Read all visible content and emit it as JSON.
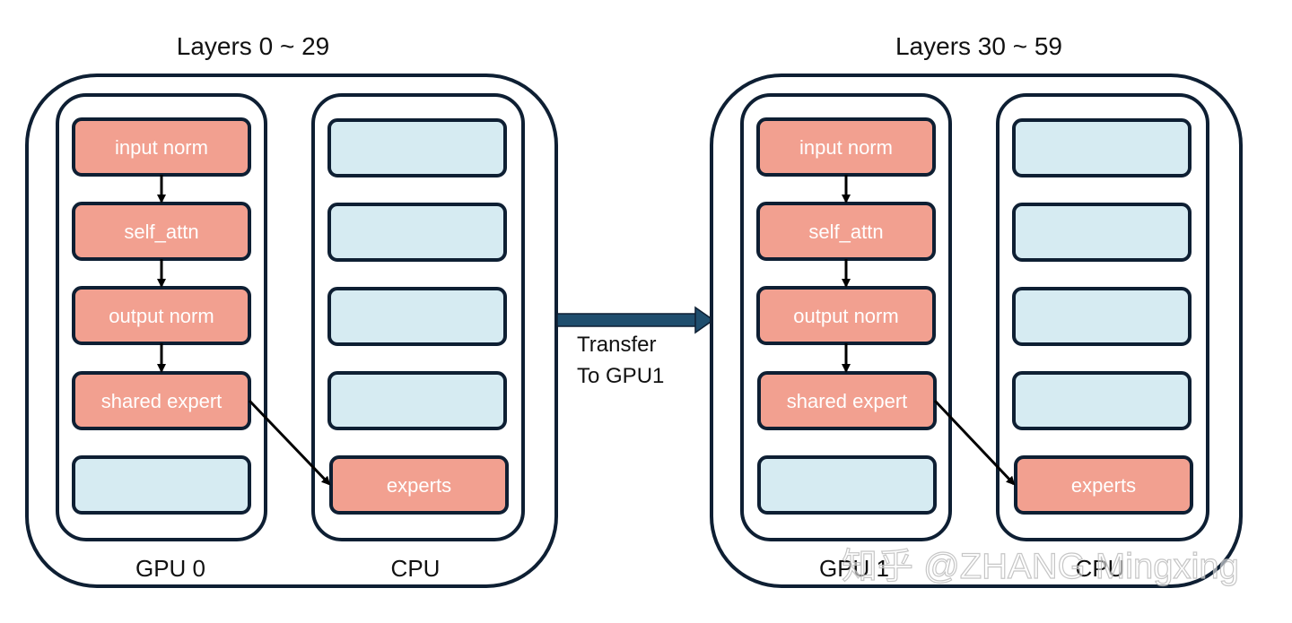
{
  "panels": [
    {
      "title": "Layers 0 ~ 29",
      "gpu_label": "GPU 0",
      "cpu_label": "CPU",
      "gpu_blocks": [
        "input norm",
        "self_attn",
        "output norm",
        "shared expert",
        ""
      ],
      "cpu_blocks": [
        "",
        "",
        "",
        "",
        "experts"
      ]
    },
    {
      "title": "Layers 30 ~ 59",
      "gpu_label": "GPU 1",
      "cpu_label": "CPU",
      "gpu_blocks": [
        "input norm",
        "self_attn",
        "output norm",
        "shared expert",
        ""
      ],
      "cpu_blocks": [
        "",
        "",
        "",
        "",
        "experts"
      ]
    }
  ],
  "transfer": {
    "line1": "Transfer",
    "line2": "To GPU1"
  },
  "watermark": "知乎 @ZHANG Mingxing",
  "colors": {
    "compute_block": "#f2a090",
    "idle_block": "#d6ebf2",
    "outline": "#0e1f33",
    "transfer_arrow": "#1f4e6e"
  }
}
